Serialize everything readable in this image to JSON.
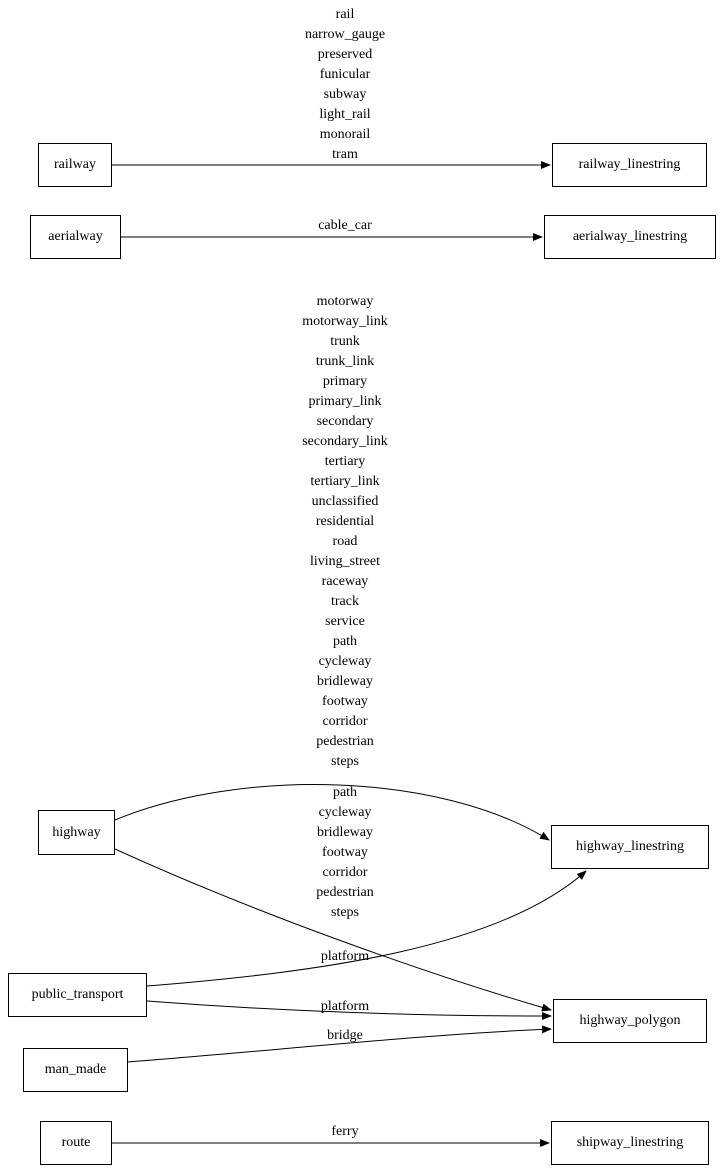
{
  "diagram": {
    "nodes": {
      "railway": "railway",
      "aerialway": "aerialway",
      "highway": "highway",
      "public_transport": "public_transport",
      "man_made": "man_made",
      "route": "route",
      "railway_linestring": "railway_linestring",
      "aerialway_linestring": "aerialway_linestring",
      "highway_linestring": "highway_linestring",
      "highway_polygon": "highway_polygon",
      "shipway_linestring": "shipway_linestring"
    },
    "edge_labels": {
      "railway_types": "rail\nnarrow_gauge\npreserved\nfunicular\nsubway\nlight_rail\nmonorail\ntram",
      "aerialway_types": "cable_car",
      "highway_linestring_types": "motorway\nmotorway_link\ntrunk\ntrunk_link\nprimary\nprimary_link\nsecondary\nsecondary_link\ntertiary\ntertiary_link\nunclassified\nresidential\nroad\nliving_street\nraceway\ntrack\nservice\npath\ncycleway\nbridleway\nfootway\ncorridor\npedestrian\nsteps",
      "highway_polygon_types": "path\ncycleway\nbridleway\nfootway\ncorridor\npedestrian\nsteps",
      "public_transport_linestring_types": "platform",
      "public_transport_polygon_types": "platform",
      "man_made_types": "bridge",
      "route_types": "ferry"
    },
    "colors": {
      "stroke": "#000000",
      "background": "#ffffff"
    }
  }
}
